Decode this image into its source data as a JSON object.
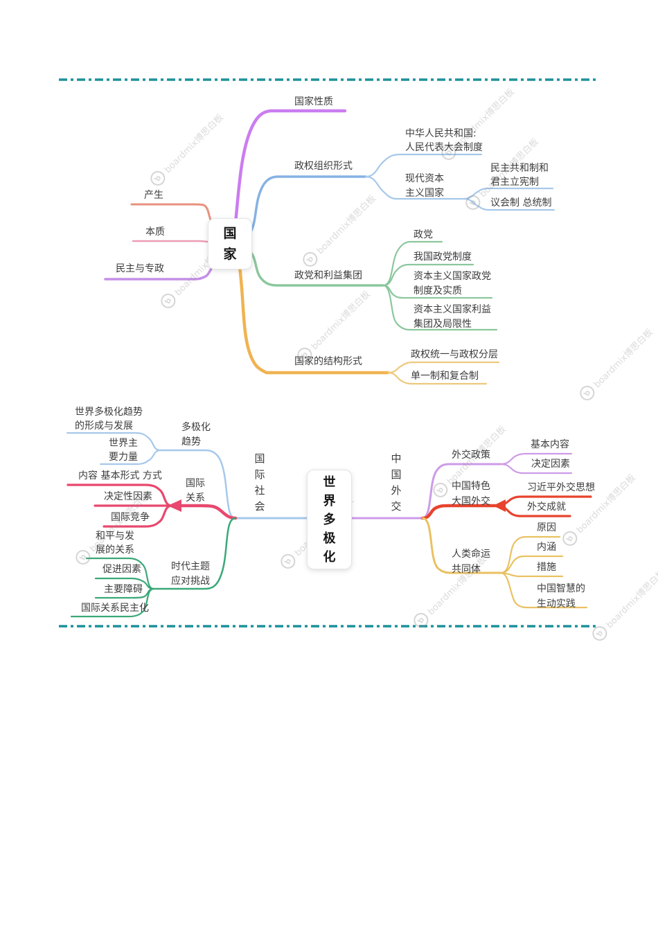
{
  "watermark": {
    "logo": "b",
    "text": "boardmix博思白板"
  },
  "colors": {
    "separator": "#1d919b",
    "magenta": "#cb7df0",
    "blue": "#85b2e4",
    "blue_light": "#a6c8ea",
    "green": "#8bc79d",
    "orange": "#f0b351",
    "orange_light": "#eec87c",
    "salmon": "#e9917d",
    "pink": "#ec9cb4",
    "purple": "#c48fe6",
    "sky": "#a5c8ea",
    "crimson": "#e8486e",
    "teal_green": "#3aa878",
    "orchid": "#cd9be8",
    "red": "#e8432e",
    "gold": "#e9c162"
  },
  "map1": {
    "root": {
      "label": "国\n家"
    },
    "left": [
      {
        "label": "产生"
      },
      {
        "label": "本质"
      },
      {
        "label": "民主与专政"
      }
    ],
    "right": [
      {
        "label": "国家性质"
      },
      {
        "label": "政权组织形式",
        "children": [
          {
            "label": "中华人民共和国:\n人民代表大会制度"
          },
          {
            "label": "现代资本\n主义国家",
            "children": [
              {
                "label": "民主共和制和\n君主立宪制"
              },
              {
                "label": "议会制 总统制"
              }
            ]
          }
        ]
      },
      {
        "label": "政党和利益集团",
        "children": [
          {
            "label": "政党"
          },
          {
            "label": "我国政党制度"
          },
          {
            "label": "资本主义国家政党\n制度及实质"
          },
          {
            "label": "资本主义国家利益\n集团及局限性"
          }
        ]
      },
      {
        "label": "国家的结构形式",
        "children": [
          {
            "label": "政权统一与政权分层"
          },
          {
            "label": "单一制和复合制"
          }
        ]
      }
    ]
  },
  "map2": {
    "root": {
      "label": "世\n界\n多\n极\n化"
    },
    "international_society": {
      "label": "国\n际\n社\n会",
      "children": [
        {
          "label": "多极化\n趋势",
          "children": [
            {
              "label": "世界多极化趋势\n的形成与发展"
            },
            {
              "label": "世界主\n要力量"
            }
          ]
        },
        {
          "label": "国际\n关系",
          "children": [
            {
              "label": "内容 基本形式 方式"
            },
            {
              "label": "决定性因素"
            },
            {
              "label": "国际竞争"
            }
          ]
        },
        {
          "label": "时代主题\n应对挑战",
          "children": [
            {
              "label": "和平与发\n展的关系"
            },
            {
              "label": "促进因素"
            },
            {
              "label": "主要障碍"
            },
            {
              "label": "国际关系民主化"
            }
          ]
        }
      ]
    },
    "china_diplomacy": {
      "label": "中\n国\n外\n交",
      "children": [
        {
          "label": "外交政策",
          "children": [
            {
              "label": "基本内容"
            },
            {
              "label": "决定因素"
            }
          ]
        },
        {
          "label": "中国特色\n大国外交",
          "children": [
            {
              "label": "习近平外交思想"
            },
            {
              "label": "外交成就"
            }
          ]
        },
        {
          "label": "人类命运\n共同体",
          "children": [
            {
              "label": "原因"
            },
            {
              "label": "内涵"
            },
            {
              "label": "措施"
            },
            {
              "label": "中国智慧的\n生动实践"
            }
          ]
        }
      ]
    }
  }
}
